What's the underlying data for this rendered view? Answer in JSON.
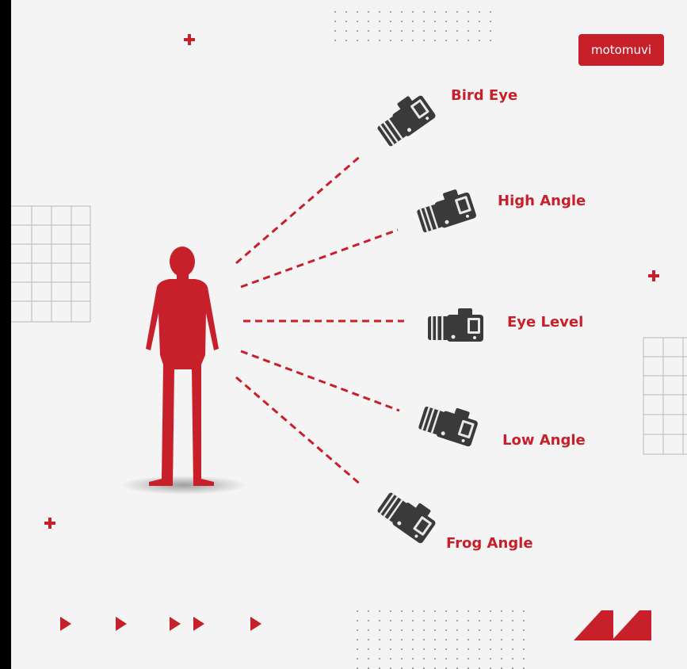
{
  "brand": {
    "name": "motomuvi",
    "color": "#c8202a"
  },
  "colors": {
    "accent": "#c8202a",
    "camera": "#3a3a3a",
    "background": "#f4f4f4",
    "frame": "#000000"
  },
  "figure": {
    "icon": "person-silhouette-icon"
  },
  "angles": [
    {
      "id": "bird-eye",
      "label": "Bird Eye",
      "icon": "camera-icon"
    },
    {
      "id": "high-angle",
      "label": "High Angle",
      "icon": "camera-icon"
    },
    {
      "id": "eye-level",
      "label": "Eye Level",
      "icon": "camera-icon"
    },
    {
      "id": "low-angle",
      "label": "Low Angle",
      "icon": "camera-icon"
    },
    {
      "id": "frog-angle",
      "label": "Frog Angle",
      "icon": "camera-icon"
    }
  ],
  "decorations": {
    "plus_icon": "plus-icon",
    "play_icon": "play-arrow-icon",
    "brand_mark_icon": "brand-mark-icon"
  }
}
